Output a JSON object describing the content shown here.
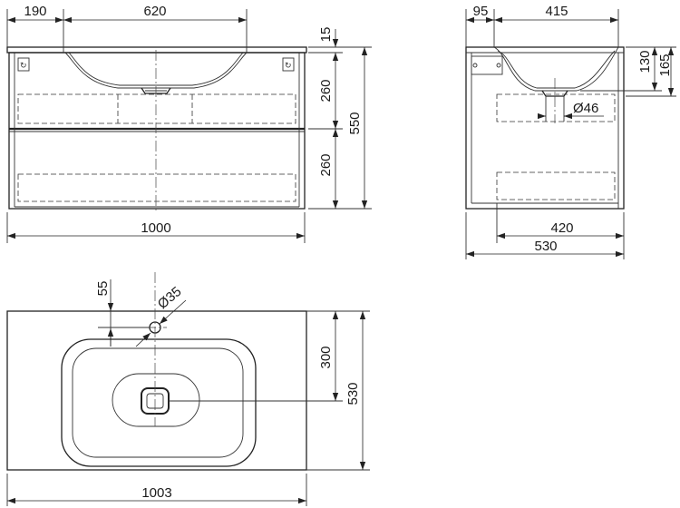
{
  "front_view": {
    "dims": {
      "top_left_offset": "190",
      "basin_width": "620",
      "top_thickness": "15",
      "upper_drawer": "260",
      "lower_drawer": "260",
      "total_height": "550",
      "total_width": "1000"
    }
  },
  "side_view": {
    "dims": {
      "front_offset": "95",
      "basin_depth_span": "415",
      "drain_height": "130",
      "basin_height": "165",
      "drain_diameter": "Ø46",
      "inner_depth": "420",
      "total_depth": "530"
    }
  },
  "top_view": {
    "dims": {
      "tap_offset": "55",
      "tap_hole_diameter": "Ø35",
      "drain_from_back": "300",
      "total_depth": "530",
      "total_width": "1003"
    }
  }
}
